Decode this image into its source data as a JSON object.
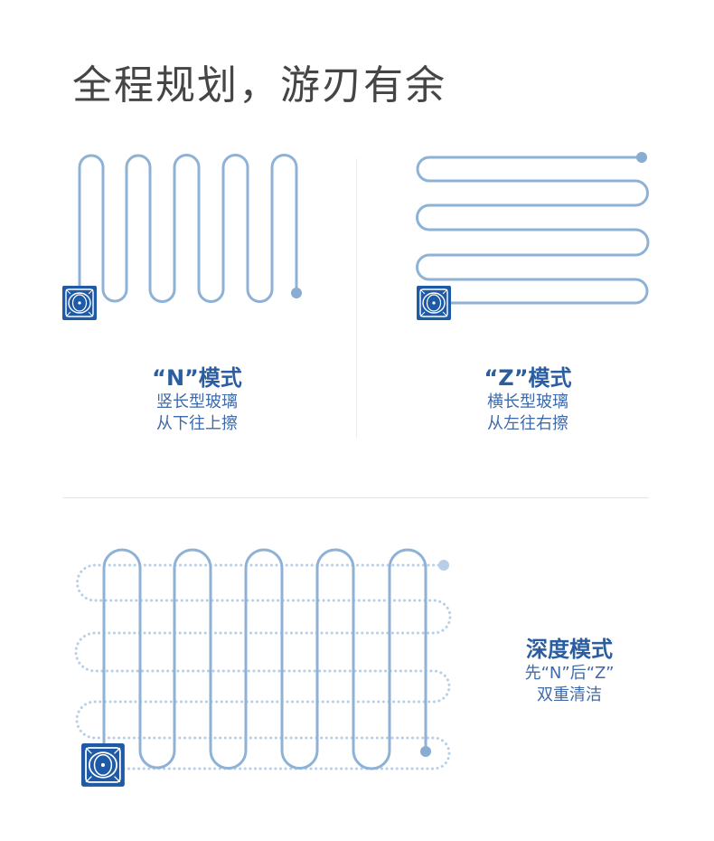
{
  "headline": "全程规划，游刃有余",
  "colors": {
    "path": "#8eb2d6",
    "dot": "#89acd3",
    "robot": "#1f5aa6",
    "title": "#2a5ea1"
  },
  "modes": [
    {
      "title": "“N”模式",
      "lines": [
        "竖长型玻璃",
        "从下往上擦"
      ],
      "robot_icon": "window-robot-icon"
    },
    {
      "title": "“Z”模式",
      "lines": [
        "横长型玻璃",
        "从左往右擦"
      ],
      "robot_icon": "window-robot-icon"
    },
    {
      "title": "深度模式",
      "lines": [
        "先“N”后“Z”",
        "双重清洁"
      ],
      "robot_icon": "window-robot-icon"
    }
  ]
}
